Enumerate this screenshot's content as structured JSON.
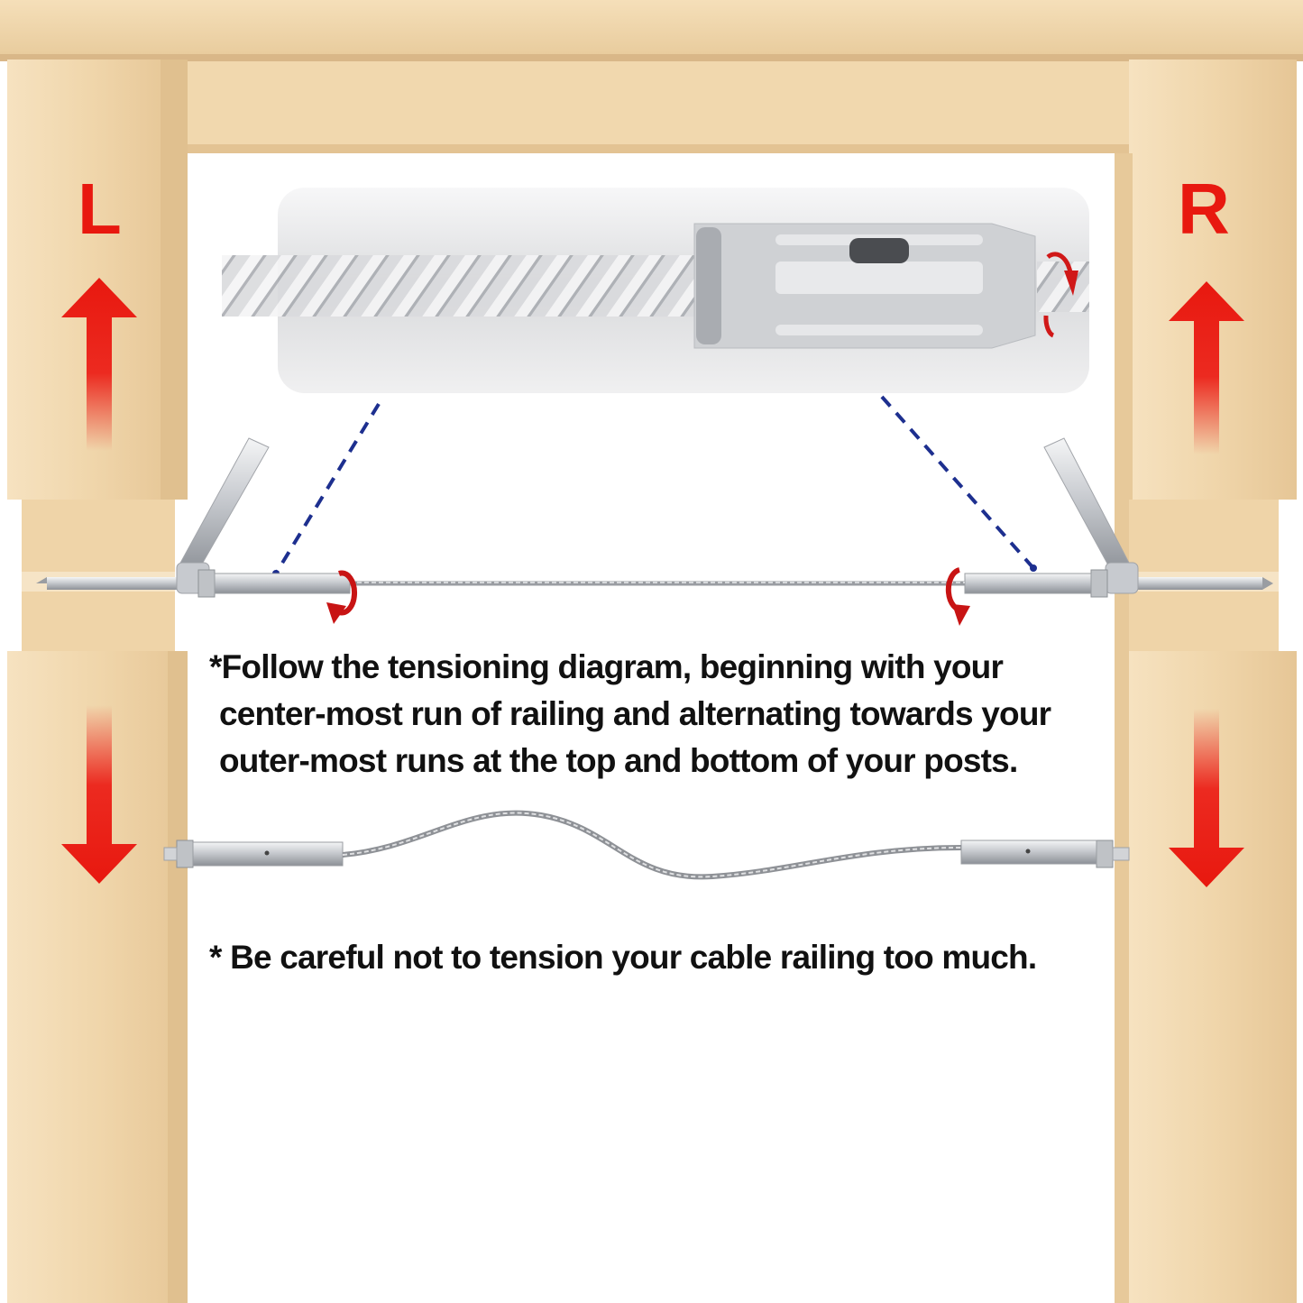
{
  "side_labels": {
    "left": "L",
    "right": "R"
  },
  "instructions": {
    "line1": "*Follow the tensioning diagram, beginning with your",
    "line2": "center-most run of railing and alternating towards your",
    "line3": "outer-most runs at the top and bottom of your posts."
  },
  "caution": "* Be careful not to tension your cable railing too much.",
  "colors": {
    "wood": "#f0d7ae",
    "wood_dark": "#d9b788",
    "arrow_red": "#e8180f",
    "leader_blue": "#1d2f8f",
    "steel": "#c9ccd0"
  },
  "icons": {
    "up_arrow": "arrow-up-icon",
    "down_arrow": "arrow-down-icon",
    "rotate": "rotate-arrow-icon"
  }
}
